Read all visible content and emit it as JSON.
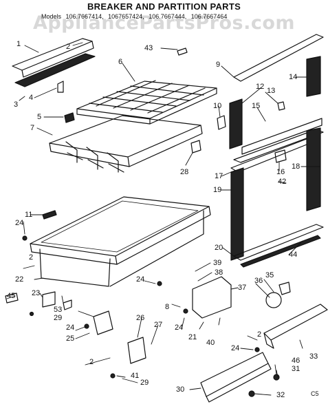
{
  "header": {
    "title": "BREAKER AND PARTITION PARTS",
    "models_label": "Models",
    "models": [
      "106.7667414,",
      "1067657424,",
      "106.7667444,",
      "106.7667464"
    ],
    "watermark": "AppliancePartsPros.com"
  },
  "callouts": [
    "1",
    "2",
    "3",
    "4",
    "5",
    "6",
    "7",
    "8",
    "9",
    "10",
    "11",
    "12",
    "13",
    "14",
    "15",
    "16",
    "17",
    "18",
    "19",
    "20",
    "21",
    "22",
    "23",
    "24",
    "25",
    "26",
    "27",
    "28",
    "29",
    "30",
    "31",
    "32",
    "33",
    "35",
    "36",
    "37",
    "38",
    "39",
    "40",
    "41",
    "42",
    "43",
    "44",
    "45",
    "46",
    "53"
  ],
  "diagram_code": "C5"
}
